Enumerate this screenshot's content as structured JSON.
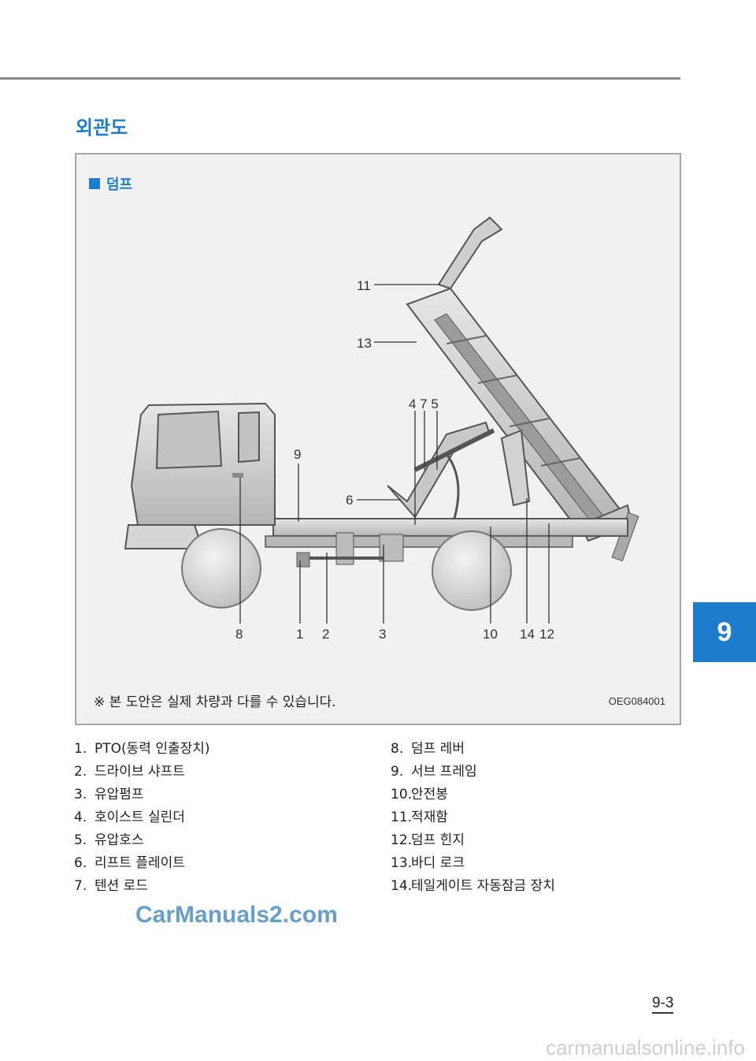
{
  "section_title": "외관도",
  "figure": {
    "label": "덤프",
    "note": "※ 본 도안은 실제 차량과 다를 수 있습니다.",
    "code": "OEG084001",
    "callouts": {
      "c11": "11",
      "c13": "13",
      "c475": "4 7 5",
      "c9": "9",
      "c6": "6",
      "c8": "8",
      "c1": "1",
      "c2": "2",
      "c3": "3",
      "c10": "10",
      "c14": "14",
      "c12": "12"
    }
  },
  "legend_left": [
    {
      "num": "1.",
      "text": "PTO(동력 인출장치)"
    },
    {
      "num": "2.",
      "text": "드라이브 샤프트"
    },
    {
      "num": "3.",
      "text": "유압펌프"
    },
    {
      "num": "4.",
      "text": "호이스트 실린더"
    },
    {
      "num": "5.",
      "text": "유압호스"
    },
    {
      "num": "6.",
      "text": "리프트 플레이트"
    },
    {
      "num": "7.",
      "text": "텐션 로드"
    }
  ],
  "legend_right": [
    {
      "num": "8.",
      "text": "덤프 레버"
    },
    {
      "num": "9.",
      "text": "서브 프레임"
    },
    {
      "num": "10.",
      "text": "안전봉"
    },
    {
      "num": "11.",
      "text": "적재함"
    },
    {
      "num": "12.",
      "text": "덤프 힌지"
    },
    {
      "num": "13.",
      "text": "바디 로크"
    },
    {
      "num": "14.",
      "text": "테일게이트 자동잠금 장치"
    }
  ],
  "chapter_tab": "9",
  "page_number": "9-3",
  "watermark": "CarManuals2.com",
  "footer_site": "carmanualsonline.info"
}
